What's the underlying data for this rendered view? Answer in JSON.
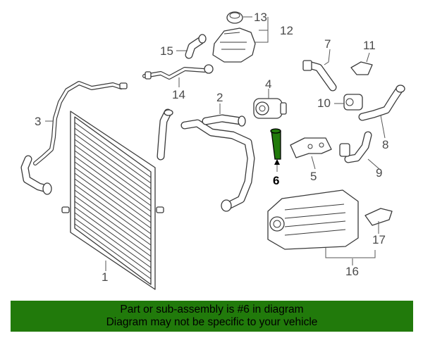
{
  "callouts": {
    "c1": "1",
    "c2": "2",
    "c3": "3",
    "c4": "4",
    "c5": "5",
    "c6": "6",
    "c7": "7",
    "c8": "8",
    "c9": "9",
    "c10": "10",
    "c11": "11",
    "c12": "12",
    "c13": "13",
    "c14": "14",
    "c15": "15",
    "c16": "16",
    "c17": "17"
  },
  "highlight": {
    "part": "6",
    "color": "#217a0b"
  },
  "banner": {
    "line1": "Part or sub-assembly is #6 in diagram",
    "line2": "Diagram may not be specific to your vehicle",
    "background": "#217a0b"
  }
}
